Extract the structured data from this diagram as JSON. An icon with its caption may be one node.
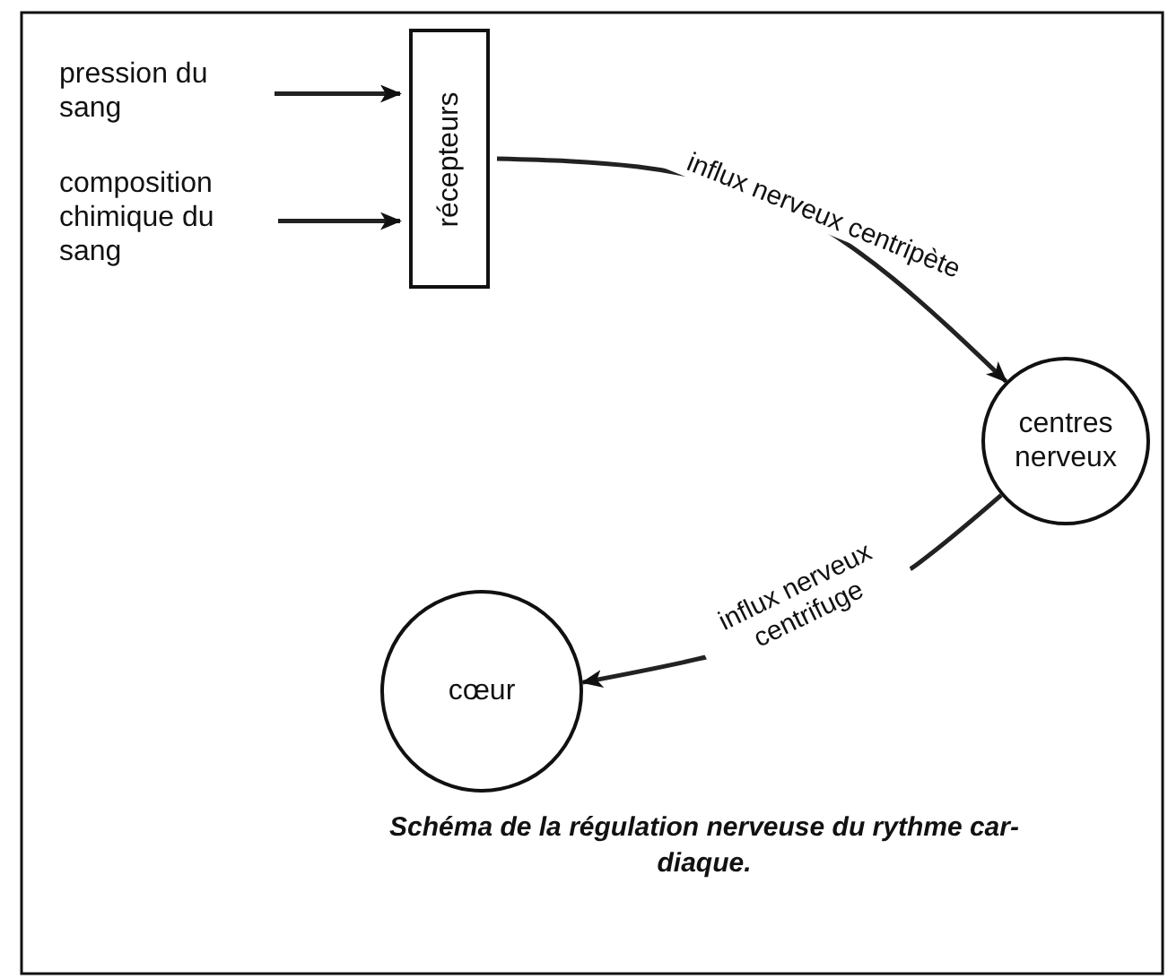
{
  "diagram": {
    "caption": "Schéma de la régulation nerveuse du rythme car- diaque.",
    "nodes": [
      {
        "text": [
          "pression du sang"
        ]
      },
      {
        "text": [
          "composition chimique du sang"
        ]
      },
      {
        "text": [
          "récepteurs"
        ]
      },
      {
        "text": [
          "centres nerveux"
        ]
      },
      {
        "text": [
          "cœur"
        ]
      }
    ],
    "edges": [
      {
        "from": 0,
        "to": 2,
        "arrow": "to"
      },
      {
        "from": 1,
        "to": 2,
        "arrow": "to"
      },
      {
        "from": 2,
        "to": 3,
        "arrow": "to",
        "label": "influx nerveux centripète"
      },
      {
        "from": 3,
        "to": 4,
        "arrow": "to",
        "label": "influx nerveux centrifuge"
      }
    ]
  }
}
